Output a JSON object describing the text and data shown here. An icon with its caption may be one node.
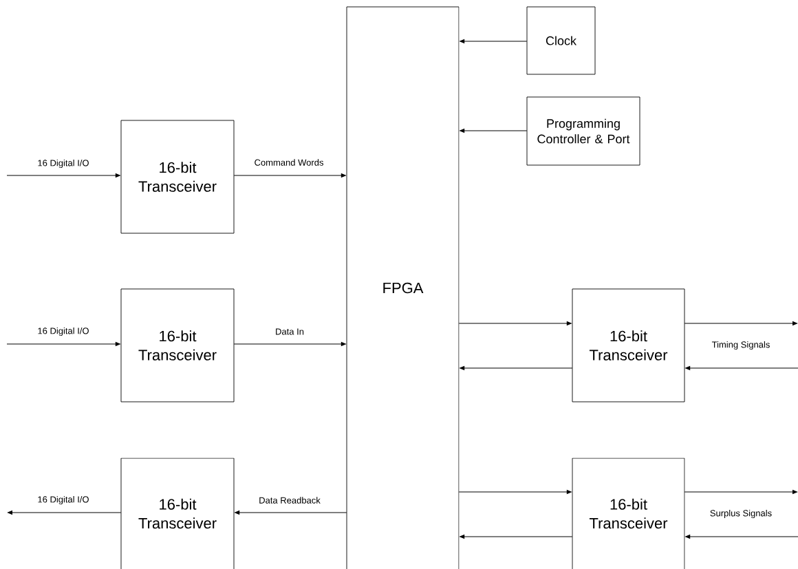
{
  "diagram": {
    "nodes": [
      {
        "text": [
          "FPGA"
        ]
      },
      {
        "text": [
          "Clock"
        ]
      },
      {
        "text": [
          "Programming Controller & Port"
        ]
      },
      {
        "text": [
          "16-bit Transceiver"
        ]
      },
      {
        "text": [
          "16-bit Transceiver"
        ]
      },
      {
        "text": [
          "16-bit Transceiver"
        ]
      },
      {
        "text": [
          "16-bit Transceiver"
        ]
      },
      {
        "text": [
          "16-bit Transceiver"
        ]
      }
    ],
    "edges": [
      {
        "from": null,
        "to": 3,
        "arrow": "to",
        "label": "16 Digital I/O"
      },
      {
        "from": 3,
        "to": 0,
        "arrow": "to",
        "label": "Command Words"
      },
      {
        "from": null,
        "to": 4,
        "arrow": "to",
        "label": "16 Digital I/O"
      },
      {
        "from": 4,
        "to": 0,
        "arrow": "to",
        "label": "Data In"
      },
      {
        "from": 0,
        "to": 5,
        "arrow": "to",
        "label": "Data Readback"
      },
      {
        "from": 5,
        "to": null,
        "arrow": "to",
        "label": "16 Digital I/O"
      },
      {
        "from": 1,
        "to": 0,
        "arrow": "to"
      },
      {
        "from": 2,
        "to": 0,
        "arrow": "to"
      },
      {
        "from": 0,
        "to": 6,
        "arrow": "to"
      },
      {
        "from": 6,
        "to": 0,
        "arrow": "to"
      },
      {
        "from": 6,
        "to": null,
        "arrow": "to",
        "label": "Timing Signals"
      },
      {
        "from": null,
        "to": 6,
        "arrow": "to"
      },
      {
        "from": 0,
        "to": 7,
        "arrow": "to"
      },
      {
        "from": 7,
        "to": 0,
        "arrow": "to"
      },
      {
        "from": 7,
        "to": null,
        "arrow": "to",
        "label": "Surplus Signals"
      },
      {
        "from": null,
        "to": 7,
        "arrow": "to"
      }
    ]
  }
}
